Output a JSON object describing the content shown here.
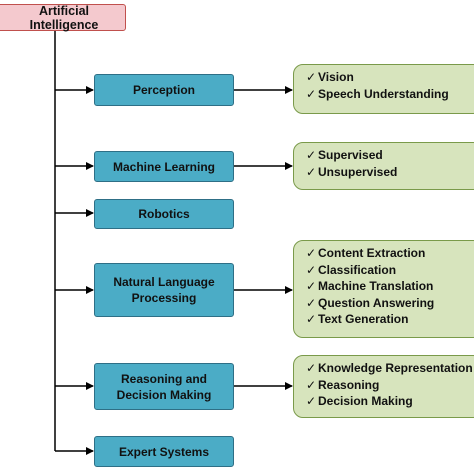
{
  "root": {
    "label": "Artificial Intelligence"
  },
  "check_glyph": "✓",
  "branches": [
    {
      "label": "Perception",
      "details": [
        "Vision",
        "Speech Understanding"
      ]
    },
    {
      "label": "Machine Learning",
      "details": [
        "Supervised",
        "Unsupervised"
      ]
    },
    {
      "label": "Robotics",
      "details": []
    },
    {
      "label": "Natural Language Processing",
      "details": [
        "Content Extraction",
        "Classification",
        "Machine Translation",
        "Question Answering",
        "Text Generation"
      ]
    },
    {
      "label": "Reasoning and Decision Making",
      "details": [
        "Knowledge Representation",
        "Reasoning",
        "Decision Making"
      ]
    },
    {
      "label": "Expert Systems",
      "details": []
    }
  ],
  "colors": {
    "root_fill": "#f4c9ce",
    "root_border": "#c0504d",
    "branch_fill": "#4bacc6",
    "branch_border": "#2e6f86",
    "detail_fill": "#d7e4bd",
    "detail_border": "#7a9a4a",
    "connector": "#000000"
  }
}
